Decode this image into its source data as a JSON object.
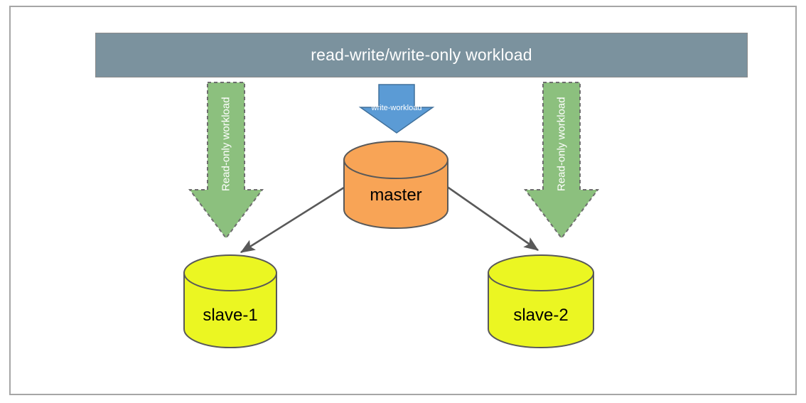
{
  "diagram": {
    "title_banner": {
      "label": "read-write/write-only workload",
      "fill": "#7B929E",
      "text_color": "#ffffff"
    },
    "arrows": {
      "write": {
        "label": "write-workload",
        "fill": "#5B9BD5",
        "stroke": "#41719C",
        "text_color": "#ffffff",
        "direction": "down"
      },
      "read_left": {
        "label": "Read-only workload",
        "fill": "#8CC07E",
        "stroke": "#6E6E6E",
        "stroke_style": "dashed",
        "text_color": "#ffffff",
        "direction": "down"
      },
      "read_right": {
        "label": "Read-only workload",
        "fill": "#8CC07E",
        "stroke": "#6E6E6E",
        "stroke_style": "dashed",
        "text_color": "#ffffff",
        "direction": "down"
      }
    },
    "nodes": [
      {
        "id": "master",
        "label": "master",
        "shape": "cylinder",
        "fill": "#F8A456",
        "stroke": "#595959",
        "text_color": "#000000"
      },
      {
        "id": "slave-1",
        "label": "slave-1",
        "shape": "cylinder",
        "fill": "#EBF622",
        "stroke": "#595959",
        "text_color": "#000000"
      },
      {
        "id": "slave-2",
        "label": "slave-2",
        "shape": "cylinder",
        "fill": "#EBF622",
        "stroke": "#595959",
        "text_color": "#000000"
      }
    ],
    "links": [
      {
        "from": "master",
        "to": "slave-1",
        "stroke": "#595959",
        "arrowhead": "filled"
      },
      {
        "from": "master",
        "to": "slave-2",
        "stroke": "#595959",
        "arrowhead": "filled"
      }
    ],
    "frame": {
      "stroke": "#a6a6a6",
      "background": "#ffffff"
    }
  }
}
